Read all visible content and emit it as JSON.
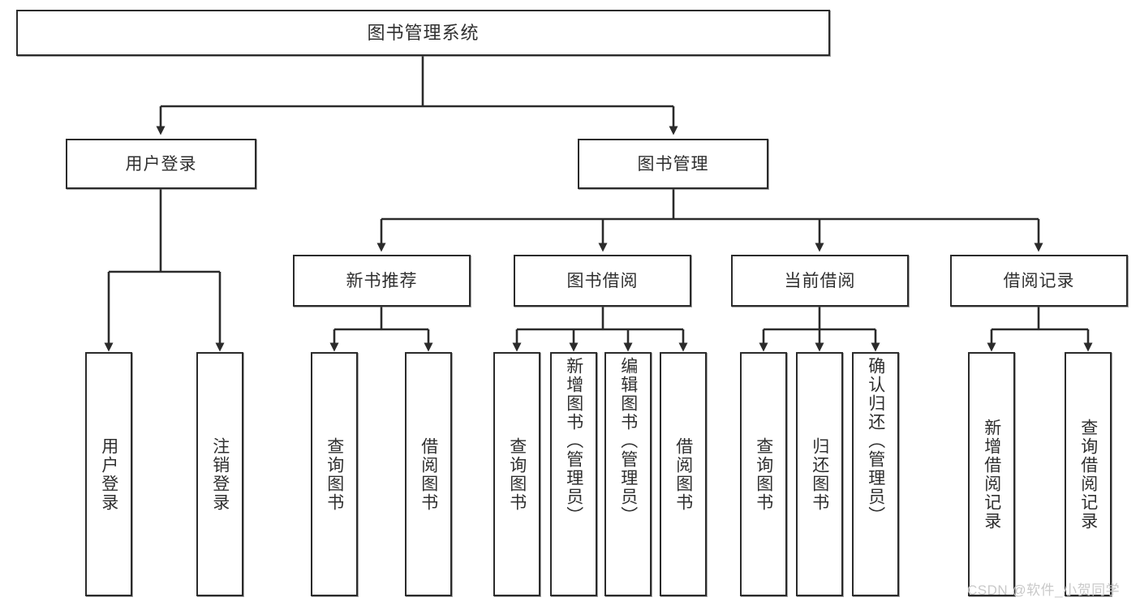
{
  "diagram": {
    "type": "tree",
    "title": "图书管理系统",
    "watermark": "CSDN @软件_小贺同学",
    "colors": {
      "stroke": "#2b2b2b",
      "text": "#2f2f2f",
      "background": "#ffffff",
      "watermark": "#c9c9c9"
    },
    "levels": {
      "root": {
        "label": "图书管理系统"
      },
      "level2": [
        {
          "label": "用户登录"
        },
        {
          "label": "图书管理"
        }
      ],
      "level3": [
        {
          "label": "新书推荐"
        },
        {
          "label": "图书借阅"
        },
        {
          "label": "当前借阅"
        },
        {
          "label": "借阅记录"
        }
      ],
      "leaves": [
        {
          "label": "用户登录",
          "parent": "用户登录"
        },
        {
          "label": "注销登录",
          "parent": "用户登录"
        },
        {
          "label": "查询图书",
          "parent": "新书推荐"
        },
        {
          "label": "借阅图书",
          "parent": "新书推荐"
        },
        {
          "label": "查询图书",
          "parent": "图书借阅"
        },
        {
          "label": "新增图书（管理员）",
          "parent": "图书借阅"
        },
        {
          "label": "编辑图书（管理员）",
          "parent": "图书借阅"
        },
        {
          "label": "借阅图书",
          "parent": "图书借阅"
        },
        {
          "label": "查询图书",
          "parent": "当前借阅"
        },
        {
          "label": "归还图书",
          "parent": "当前借阅"
        },
        {
          "label": "确认归还（管理员）",
          "parent": "当前借阅"
        },
        {
          "label": "新增借阅记录",
          "parent": "借阅记录"
        },
        {
          "label": "查询借阅记录",
          "parent": "借阅记录"
        }
      ]
    }
  }
}
